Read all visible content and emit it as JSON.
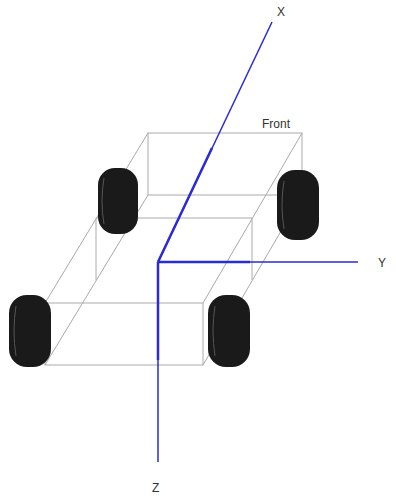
{
  "diagram": {
    "labels": [
      "X",
      "Front",
      "Y",
      "Z"
    ]
  }
}
